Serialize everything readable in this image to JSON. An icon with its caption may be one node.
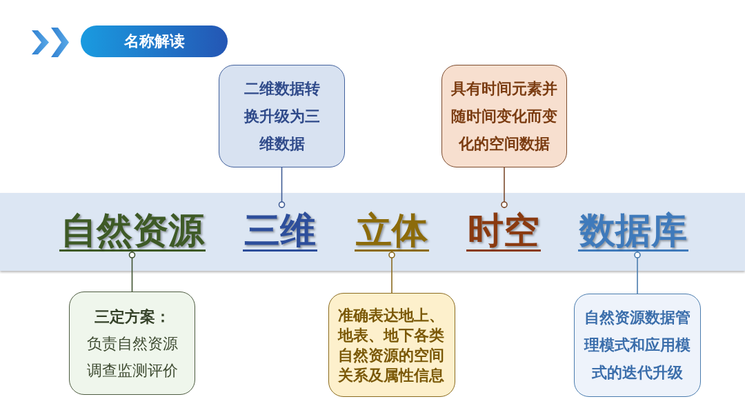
{
  "diagram": {
    "title": "名称解读",
    "nodes": [
      {
        "text": [
          "二维数据转换升级为三维数据"
        ]
      },
      {
        "text": [
          "具有时间元素并随时间变化而变化的空间数据"
        ]
      },
      {
        "text": [],
        "shape": "bar"
      },
      {
        "text": [
          "自然资源"
        ],
        "in": 2
      },
      {
        "text": [
          "三维"
        ],
        "in": 2
      },
      {
        "text": [
          "立体"
        ],
        "in": 2
      },
      {
        "text": [
          "时空"
        ],
        "in": 2
      },
      {
        "text": [
          "数据库"
        ],
        "in": 2
      },
      {
        "text": [
          "三定方案：",
          "负责自然资源调查监测评价"
        ]
      },
      {
        "text": [
          "准确表达地上、地表、地下各类自然资源的空间关系及属性信息"
        ]
      },
      {
        "text": [
          "自然资源数据管理模式和应用模式的迭代升级"
        ]
      }
    ],
    "edges": [
      {
        "from": 0,
        "to": 4,
        "arrow": "other",
        "color": "#3f5b94"
      },
      {
        "from": 1,
        "to": 6,
        "arrow": "other",
        "color": "#7b4a2c"
      },
      {
        "from": 8,
        "to": 3,
        "arrow": "other",
        "color": "#3f5230"
      },
      {
        "from": 9,
        "to": 5,
        "arrow": "other",
        "color": "#8a6a1e"
      },
      {
        "from": 10,
        "to": 7,
        "arrow": "other",
        "color": "#4a7cae"
      }
    ]
  }
}
